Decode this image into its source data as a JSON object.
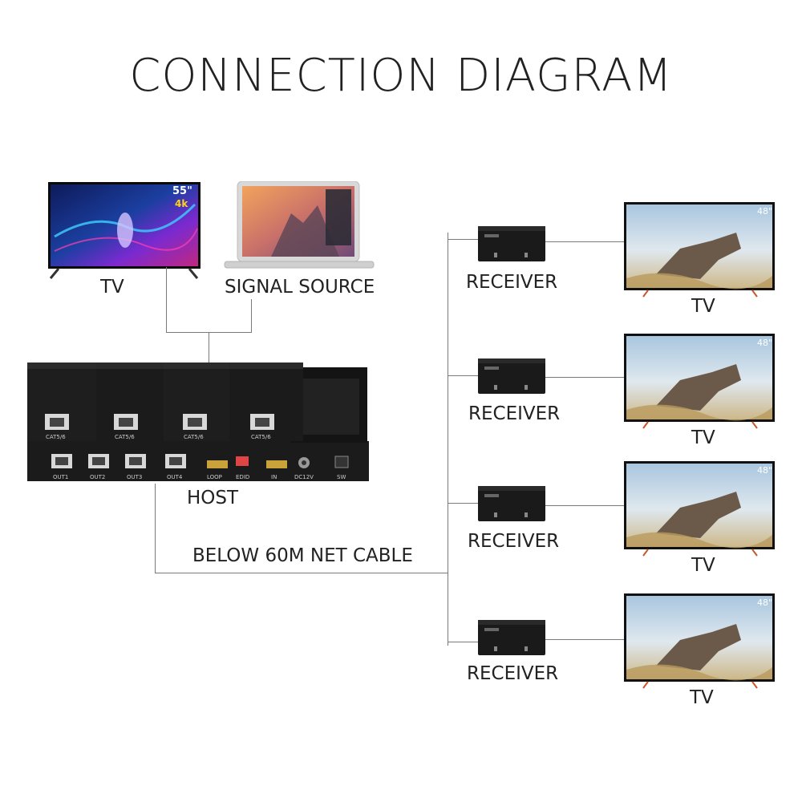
{
  "title": "CONNECTION DIAGRAM",
  "source_tv": {
    "label": "TV",
    "size": "55\"",
    "res": "4k"
  },
  "signal_source": {
    "label": "SIGNAL SOURCE"
  },
  "host": {
    "label": "HOST",
    "module_label": "CAT5/6",
    "ports": [
      "OUT1",
      "OUT2",
      "OUT3",
      "OUT4",
      "LOOP",
      "EDID",
      "IN",
      "DC12V",
      "SW"
    ]
  },
  "cable_label": "BELOW 60M NET CABLE",
  "receivers": [
    {
      "label": "RECEIVER",
      "tv_label": "TV"
    },
    {
      "label": "RECEIVER",
      "tv_label": "TV"
    },
    {
      "label": "RECEIVER",
      "tv_label": "TV"
    },
    {
      "label": "RECEIVER",
      "tv_label": "TV"
    }
  ],
  "receiver_tv_size": "48\""
}
